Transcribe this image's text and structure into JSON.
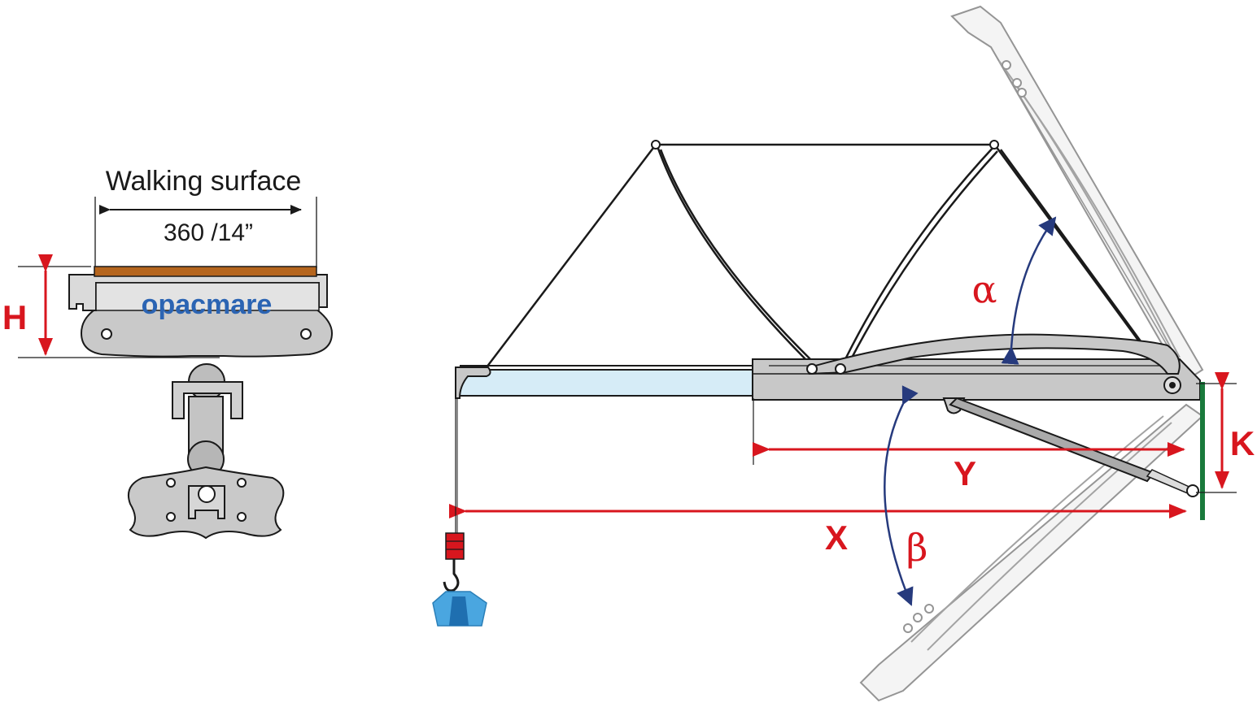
{
  "cross_section": {
    "walking_surface_label": "Walking surface",
    "width_label": "360 /14”",
    "height_label": "H",
    "logo_text": "opacmare"
  },
  "gangway": {
    "angle_up_label": "α",
    "angle_down_label": "β",
    "reach_label": "X",
    "extension_label": "Y",
    "offset_label": "K"
  },
  "colors": {
    "dimension_red": "#d8161e",
    "angle_arrow_blue": "#263a7d",
    "transom_green": "#1a7a3c",
    "walking_surface_brown": "#b5651d",
    "structure_grey": "#c8c8c8",
    "glass_blue": "#d6ecf7",
    "weight_blue": "#4aa6e0"
  }
}
